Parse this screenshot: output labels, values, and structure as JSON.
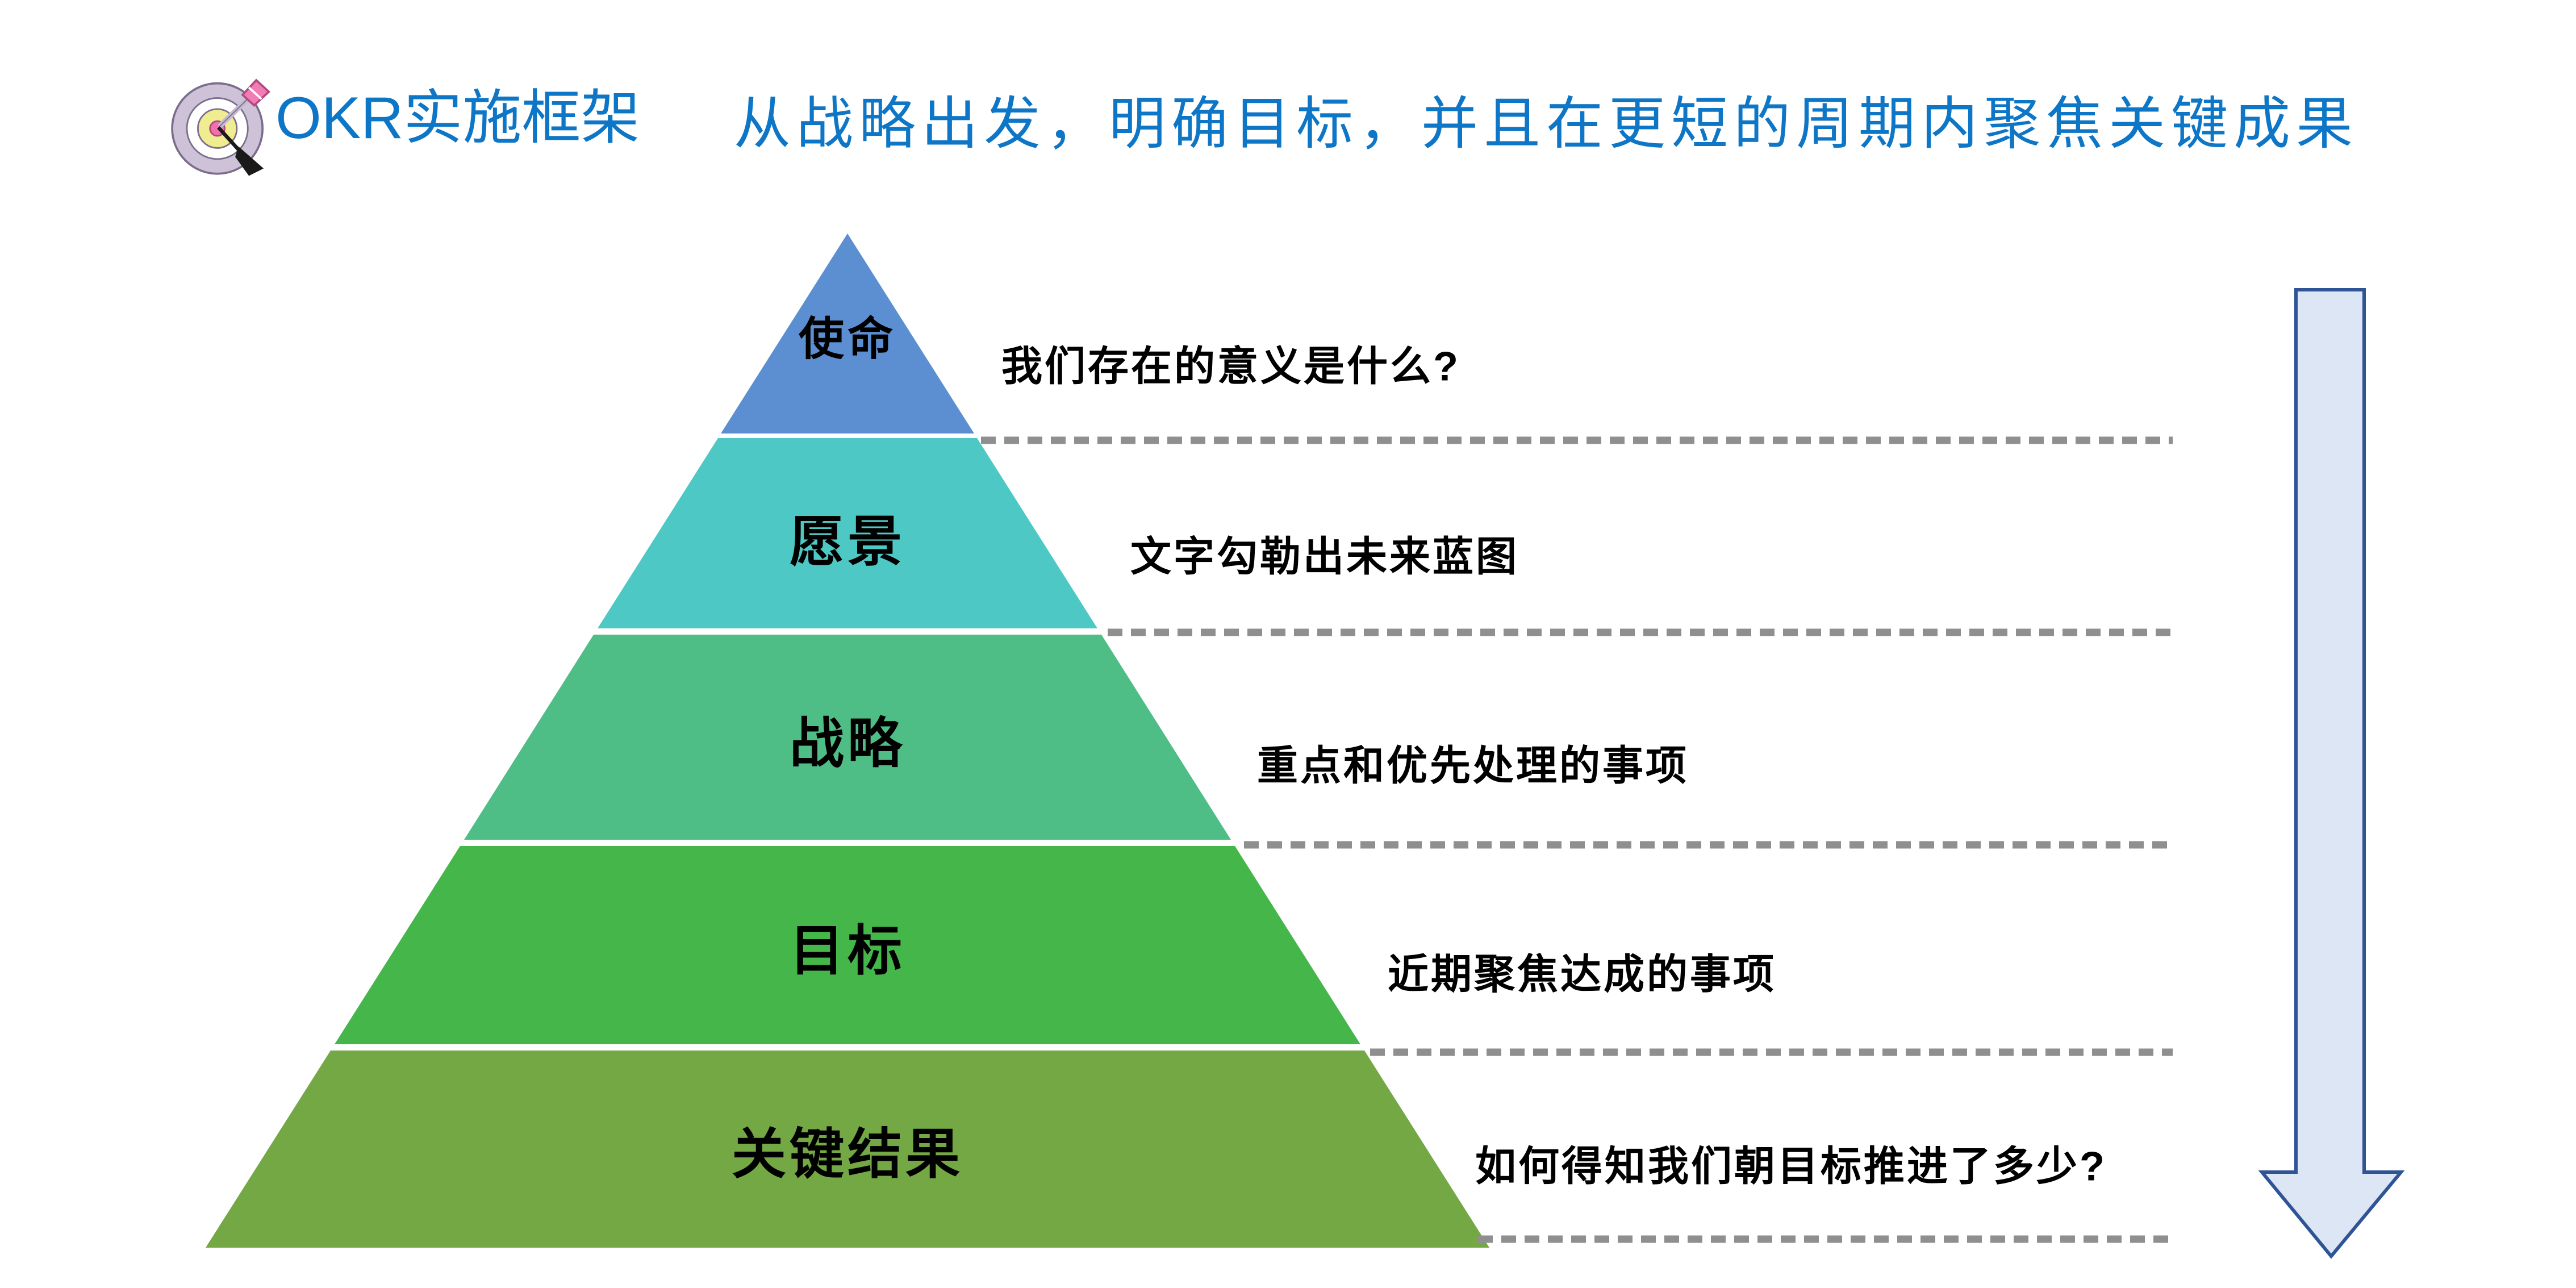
{
  "slide": {
    "title": "OKR实施框架",
    "subtitle": "从战略出发，明确目标，并且在更短的周期内聚焦关键成果",
    "accent_color": "#0E76C6"
  },
  "pyramid": {
    "levels": [
      {
        "label": "使命",
        "annotation": "我们存在的意义是什么?",
        "color": "#5B8FD1"
      },
      {
        "label": "愿景",
        "annotation": "文字勾勒出未来蓝图",
        "color": "#4EC8C5"
      },
      {
        "label": "战略",
        "annotation": "重点和优先处理的事项",
        "color": "#4FBE86"
      },
      {
        "label": "目标",
        "annotation": "近期聚焦达成的事项",
        "color": "#44B64A"
      },
      {
        "label": "关键结果",
        "annotation": "如何得知我们朝目标推进了多少?",
        "color": "#73A844"
      }
    ],
    "divider_color": "#8F8F8F"
  },
  "arrow": {
    "direction": "down",
    "fill": "#DCE6F4",
    "border": "#2F5496"
  },
  "logo_colors": {
    "ring_outer": "#CEC2D8",
    "ring_outline": "#7A6E8A",
    "ring_inner_yellow": "#F0ED90",
    "bullseye_pink": "#EE71AE",
    "fletching_pink": "#F07EB5",
    "shaft_dark": "#1A1A1A"
  }
}
